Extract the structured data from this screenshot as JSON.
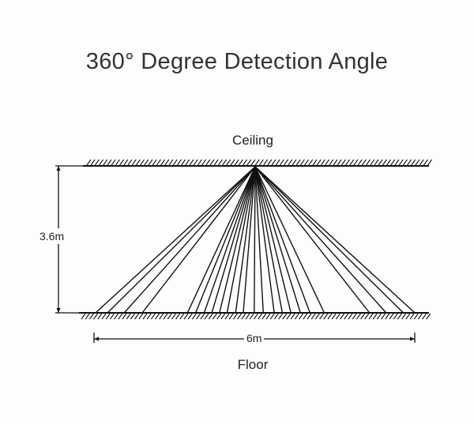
{
  "title": "360°  Degree Detection Angle",
  "labels": {
    "ceiling": "Ceiling",
    "floor": "Floor",
    "height": "3.6m",
    "width": "6m"
  },
  "beam_floor_points_m": [
    0,
    0.25,
    0.6,
    0.98,
    1.93,
    2.1,
    2.28,
    2.44,
    2.6,
    2.76,
    2.94,
    3.1,
    3.33,
    3.52,
    3.75,
    3.92,
    4.1,
    4.3,
    4.5,
    4.8,
    5.75,
    6.1,
    6.46,
    6.7
  ],
  "colors": {
    "line": "#111111",
    "background": "#fdfdfd"
  }
}
